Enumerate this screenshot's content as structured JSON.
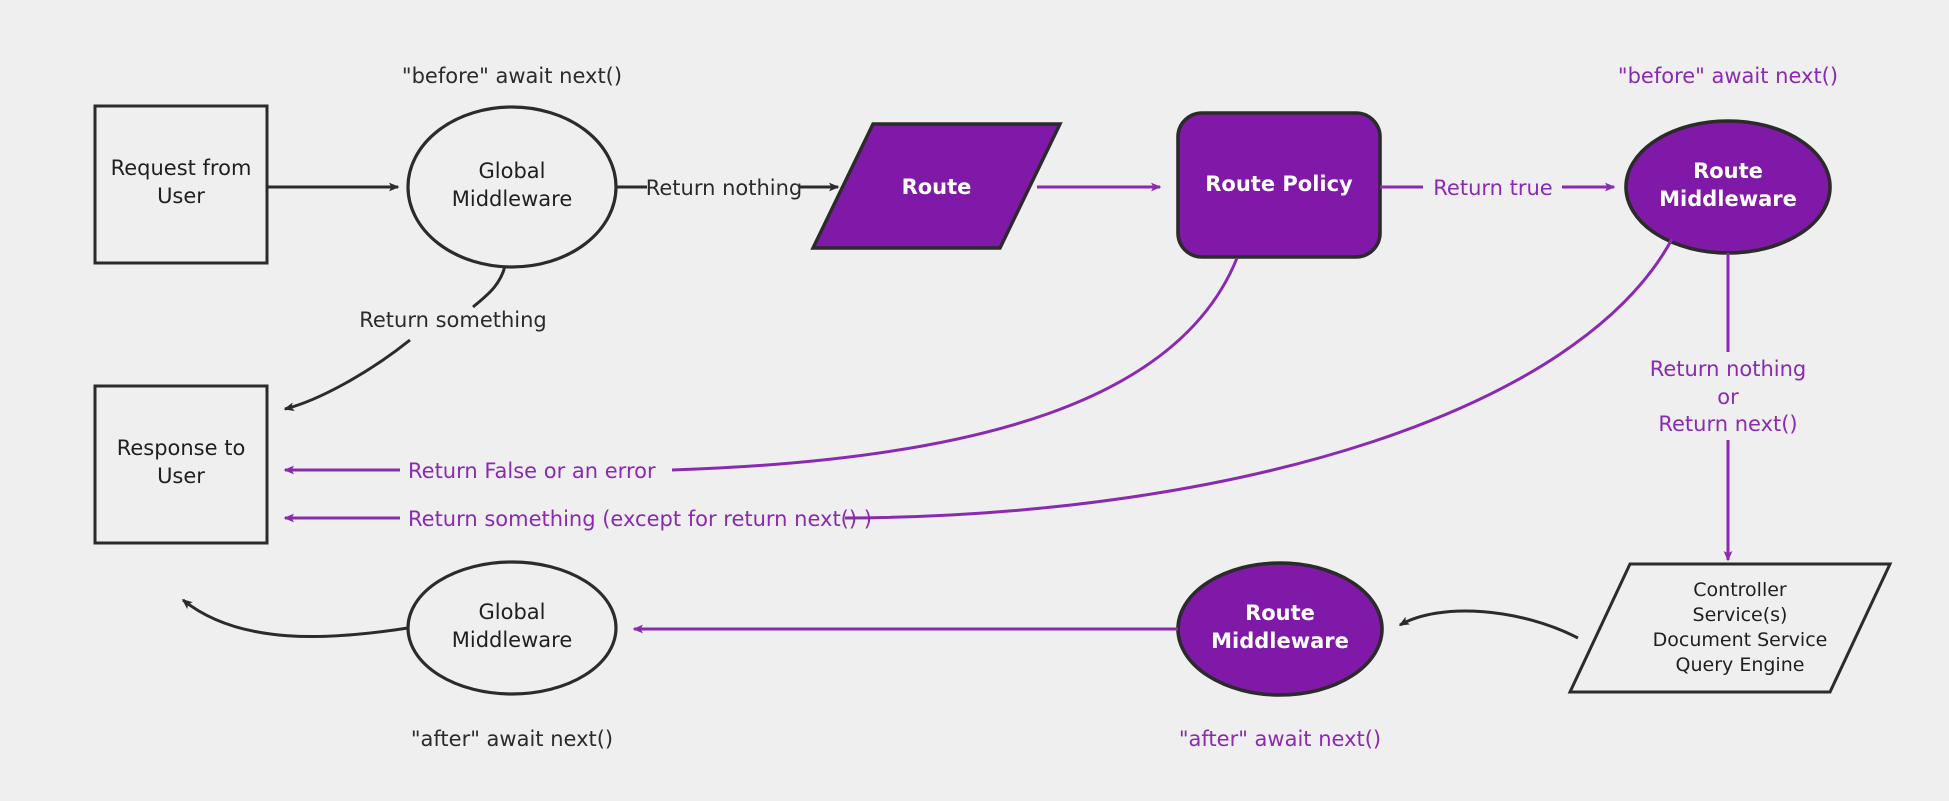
{
  "diagram": {
    "title": "Middleware request/response flow",
    "background_color": "#efefef",
    "accent_purple": "#8019a7",
    "accent_purple_line": "#8a2ab0",
    "dark_stroke": "#2b2b2b",
    "node_text_dark": "#1f1f1f",
    "node_text_light": "#ffffff"
  },
  "nodes": {
    "request_from_user": {
      "label": "Request from\nUser",
      "shape": "rectangle",
      "fill": "none",
      "text_color": "#1f1f1f"
    },
    "global_middleware_top": {
      "label": "Global\nMiddleware",
      "shape": "ellipse",
      "fill": "none",
      "text_color": "#1f1f1f"
    },
    "route": {
      "label": "Route",
      "shape": "parallelogram",
      "fill": "#8019a7",
      "text_color": "#ffffff"
    },
    "route_policy": {
      "label": "Route Policy",
      "shape": "rounded-rectangle",
      "fill": "#8019a7",
      "text_color": "#ffffff"
    },
    "route_middleware_top": {
      "label": "Route\nMiddleware",
      "shape": "ellipse",
      "fill": "#8019a7",
      "text_color": "#ffffff"
    },
    "controller_stack": {
      "label": "Controller\nService(s)\nDocument Service\nQuery Engine",
      "shape": "parallelogram",
      "fill": "none",
      "text_color": "#1f1f1f"
    },
    "route_middleware_bottom": {
      "label": "Route\nMiddleware",
      "shape": "ellipse",
      "fill": "#8019a7",
      "text_color": "#ffffff"
    },
    "global_middleware_bottom": {
      "label": "Global\nMiddleware",
      "shape": "ellipse",
      "fill": "none",
      "text_color": "#1f1f1f"
    },
    "response_to_user": {
      "label": "Response to\nUser",
      "shape": "rectangle",
      "fill": "none",
      "text_color": "#1f1f1f"
    }
  },
  "annotations": {
    "before_await_next_global": {
      "text": "\"before\" await next()",
      "color": "#2b2b2b"
    },
    "before_await_next_route": {
      "text": "\"before\" await next()",
      "color": "#8a2ab0"
    },
    "after_await_next_global": {
      "text": "\"after\" await next()",
      "color": "#2b2b2b"
    },
    "after_await_next_route": {
      "text": "\"after\" await next()",
      "color": "#8a2ab0"
    }
  },
  "edge_labels": {
    "return_nothing": {
      "text": "Return nothing",
      "color": "#2b2b2b"
    },
    "return_something_top": {
      "text": "Return something",
      "color": "#2b2b2b"
    },
    "return_true": {
      "text": "Return true",
      "color": "#8a2ab0"
    },
    "return_false_or_error": {
      "text": "Return False or an error",
      "color": "#8a2ab0"
    },
    "return_something_except_next": {
      "text": "Return something (except for return next() )",
      "color": "#8a2ab0"
    },
    "return_nothing_or_next": {
      "text": "Return nothing\nor\nReturn next()",
      "color": "#8a2ab0"
    }
  }
}
